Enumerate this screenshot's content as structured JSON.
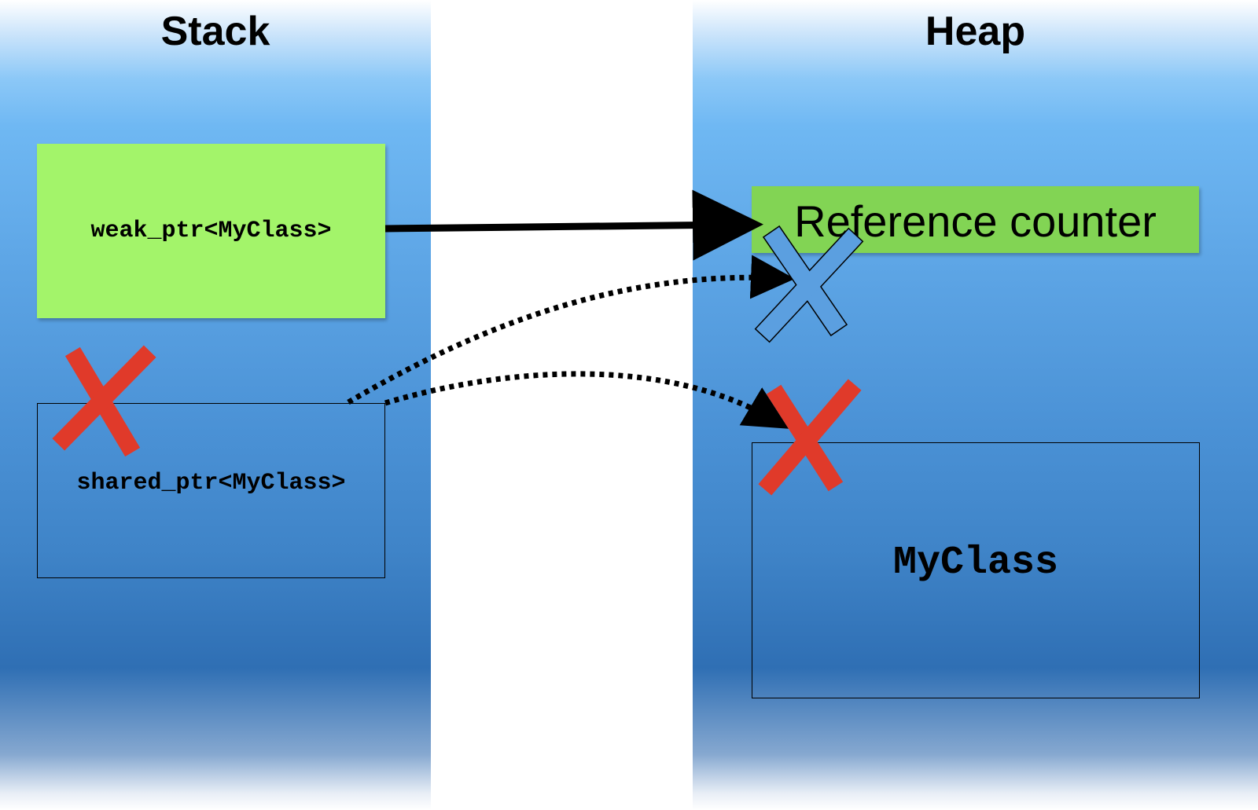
{
  "stack": {
    "title": "Stack"
  },
  "heap": {
    "title": "Heap"
  },
  "weak_ptr": {
    "label": "weak_ptr<MyClass>"
  },
  "shared_ptr": {
    "label": "shared_ptr<MyClass>"
  },
  "reference_counter": {
    "label": "Reference counter"
  },
  "myclass": {
    "label": "MyClass"
  },
  "colors": {
    "weak_ptr_fill": "#a3f46a",
    "refcount_fill": "#82d454",
    "cross_red": "#e03a2a",
    "cross_outline_blue": "#5b9fe0",
    "memory_column_blue": "#4b92d6"
  },
  "icons": [
    "cross-mark-icon",
    "cross-outline-icon"
  ]
}
